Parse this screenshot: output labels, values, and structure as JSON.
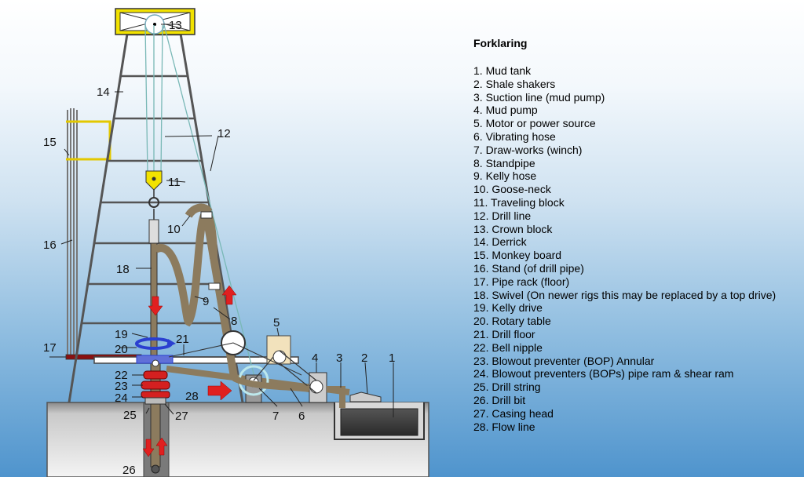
{
  "legend": {
    "title": "Forklaring",
    "items": [
      "1. Mud tank",
      "2. Shale shakers",
      "3. Suction line (mud pump)",
      "4. Mud pump",
      "5. Motor or power source",
      "6. Vibrating hose",
      "7. Draw-works (winch)",
      "8. Standpipe",
      "9. Kelly hose",
      "10. Goose-neck",
      "11. Traveling block",
      "12. Drill line",
      "13. Crown block",
      "14. Derrick",
      "15. Monkey board",
      "16. Stand (of drill pipe)",
      "17. Pipe rack (floor)",
      "18. Swivel (On newer rigs this may be replaced by a top drive)",
      "19. Kelly drive",
      "20. Rotary table",
      "21. Drill floor",
      "22. Bell nipple",
      "23. Blowout preventer (BOP) Annular",
      "24. Blowout preventers (BOPs) pipe ram & shear ram",
      "25. Drill string",
      "26. Drill bit",
      "27. Casing head",
      "28. Flow line"
    ]
  },
  "callouts": {
    "n1": "1",
    "n2": "2",
    "n3": "3",
    "n4": "4",
    "n5": "5",
    "n6": "6",
    "n7": "7",
    "n8": "8",
    "n9": "9",
    "n10": "10",
    "n11": "11",
    "n12": "12",
    "n13": "13",
    "n14": "14",
    "n15": "15",
    "n16": "16",
    "n17": "17",
    "n18": "18",
    "n19": "19",
    "n20": "20",
    "n21": "21",
    "n22": "22",
    "n23": "23",
    "n24": "24",
    "n25": "25",
    "n26": "26",
    "n27": "27",
    "n28": "28"
  },
  "colors": {
    "crown_block": "#f2e200",
    "ground": "#9b9b9b",
    "hose": "#8c7b5e",
    "flow_arrow": "#e02020",
    "rotation_arrow": "#2a3fd0",
    "bop": "#d42020",
    "mud": "#3a3a3a"
  }
}
